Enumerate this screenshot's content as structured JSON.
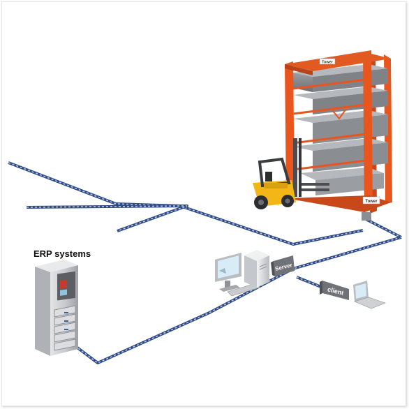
{
  "labels": {
    "erp": "ERP systems",
    "server": "Server",
    "client": "client",
    "brand_top": "Tower",
    "brand_side": "Tower"
  },
  "colors": {
    "network_line": "#2f4a86",
    "network_dash": "#b9c7de",
    "rack_orange": "#e8561e",
    "forklift_yellow": "#f3b617",
    "shelf_grey": "#8a8d92",
    "cabinet_grey": "#c9cbcf",
    "server_box": "#6f7277"
  },
  "icons": [
    "erp-cabinet-icon",
    "monitor-icon",
    "keyboard-icon",
    "tower-pc-icon",
    "laptop-icon",
    "forklift-icon",
    "vertical-lift-module-icon"
  ]
}
